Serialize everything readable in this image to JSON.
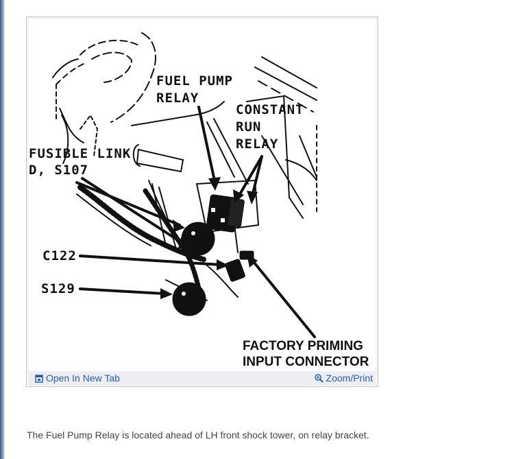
{
  "diagram": {
    "labels": {
      "fuel_pump_relay_1": "FUEL PUMP",
      "fuel_pump_relay_2": "RELAY",
      "constant_run_1": "CONSTANT",
      "constant_run_2": "RUN",
      "constant_run_3": "RELAY",
      "fusible_link_1": "FUSIBLE LINK",
      "fusible_link_2": "D, S107",
      "c122": "C122",
      "s129": "S129",
      "factory_priming_1": "FACTORY PRIMING",
      "factory_priming_2": "INPUT CONNECTOR"
    }
  },
  "toolbar": {
    "open_new_tab_label": "Open In New Tab",
    "zoom_print_label": "Zoom/Print"
  },
  "caption": "The Fuel Pump Relay is located ahead of LH front shock tower, on relay bracket.",
  "colors": {
    "link": "#2a5bb0",
    "toolbar_bg": "#eceef4"
  }
}
